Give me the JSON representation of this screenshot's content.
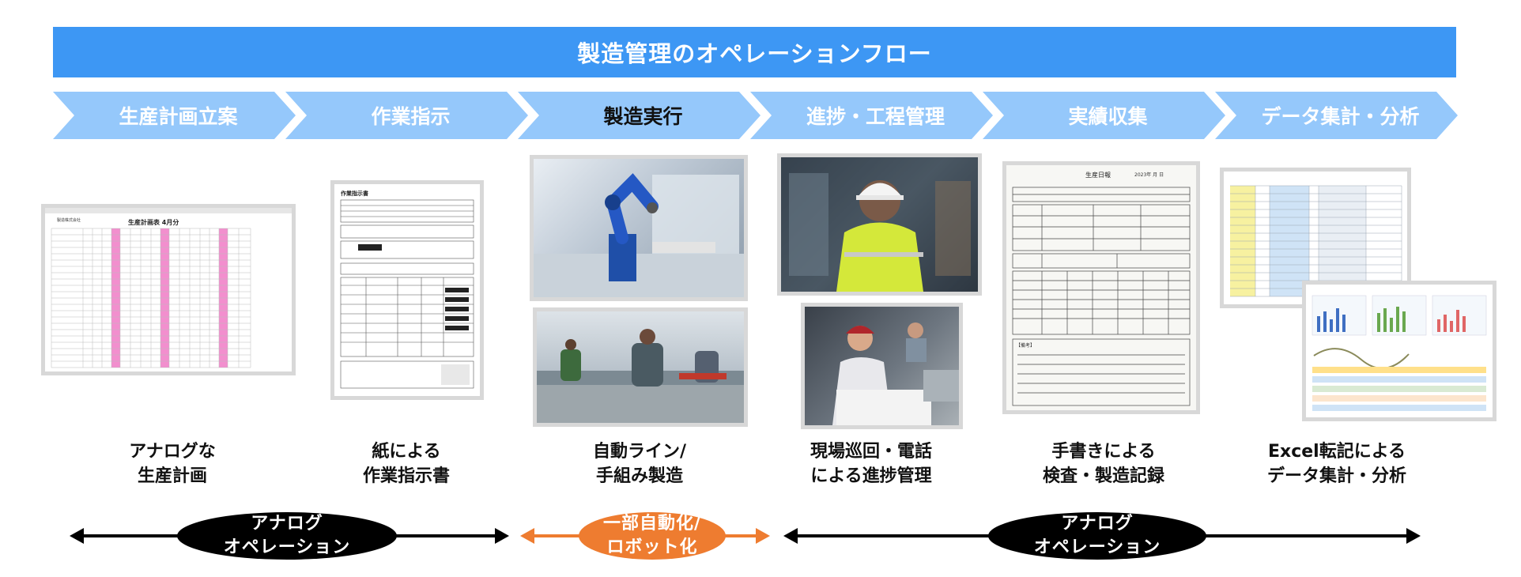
{
  "banner": {
    "title": "製造管理のオペレーションフロー"
  },
  "steps": [
    {
      "label": "生産計画立案"
    },
    {
      "label": "作業指示"
    },
    {
      "label": "製造実行"
    },
    {
      "label": "進捗・工程管理"
    },
    {
      "label": "実績収集"
    },
    {
      "label": "データ集計・分析"
    }
  ],
  "spreadsheet": {
    "title": "生産計画表 4月分",
    "company": "製造株式会社"
  },
  "work_order": {
    "title": "作業指示書"
  },
  "daily_report": {
    "title": "生産日報",
    "date": "2023年 月 日",
    "remarks": "【備考】"
  },
  "captions": [
    {
      "line1": "アナログな",
      "line2": "生産計画"
    },
    {
      "line1": "紙による",
      "line2": "作業指示書"
    },
    {
      "line1": "自動ライン/",
      "line2": "手組み製造"
    },
    {
      "line1": "現場巡回・電話",
      "line2": "による進捗管理"
    },
    {
      "line1": "手書きによる",
      "line2": "検査・製造記録"
    },
    {
      "line1": "Excel転記による",
      "line2": "データ集計・分析"
    }
  ],
  "bands": [
    {
      "line1": "アナログ",
      "line2": "オペレーション"
    },
    {
      "line1": "一部自動化/",
      "line2": "ロボット化"
    },
    {
      "line1": "アナログ",
      "line2": "オペレーション"
    }
  ],
  "colors": {
    "banner": "#3d97f4",
    "step": "#95c8fb",
    "orange": "#ee7c30"
  }
}
